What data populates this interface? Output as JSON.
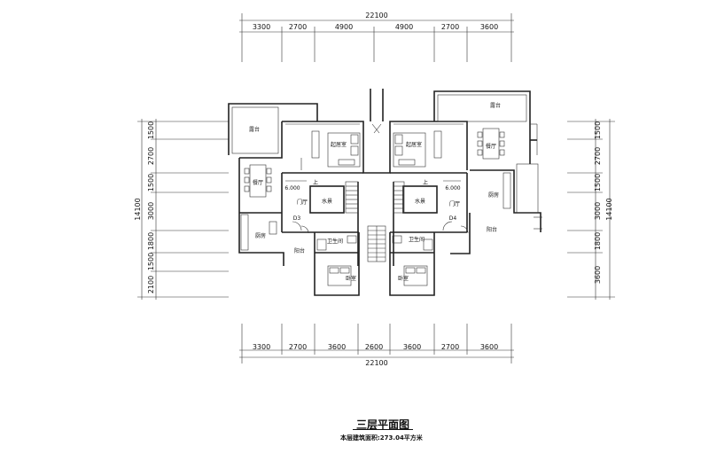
{
  "dimensions": {
    "top_total": "22100",
    "top_segments": [
      "3300",
      "2700",
      "4900",
      "4900",
      "2700",
      "3600"
    ],
    "bottom_total": "22100",
    "bottom_segments": [
      "3300",
      "2700",
      "3600",
      "2600",
      "3600",
      "2700",
      "3600"
    ],
    "left_total": "14100",
    "left_segments": [
      "1500",
      "2700",
      "1500",
      "3000",
      "1800",
      "1500",
      "2100"
    ],
    "right_total": "14100",
    "right_segments": [
      "1500",
      "2700",
      "1500",
      "3000",
      "1800",
      "3600"
    ]
  },
  "rooms": {
    "terrace_left": "露台",
    "terrace_right": "露台",
    "living_left": "起居室",
    "living_right": "起居室",
    "dining_left": "餐厅",
    "dining_right": "餐厅",
    "kitchen_left": "厨房",
    "kitchen_right": "厨房",
    "void_left": "水景",
    "void_right": "水景",
    "hall_left": "门厅",
    "hall_right": "门厅",
    "bath_left": "卫生间",
    "bath_right": "卫生间",
    "balcony_left": "阳台",
    "balcony_right": "阳台",
    "bedroom_left": "卧室",
    "bedroom_right": "卧室",
    "level_left": "6.000",
    "level_right": "6.000",
    "door_left": "D3",
    "door_right": "D4",
    "up_left": "上",
    "up_right": "上"
  },
  "title": "三层平面图",
  "subtitle": "本层建筑面积:273.04平方米"
}
